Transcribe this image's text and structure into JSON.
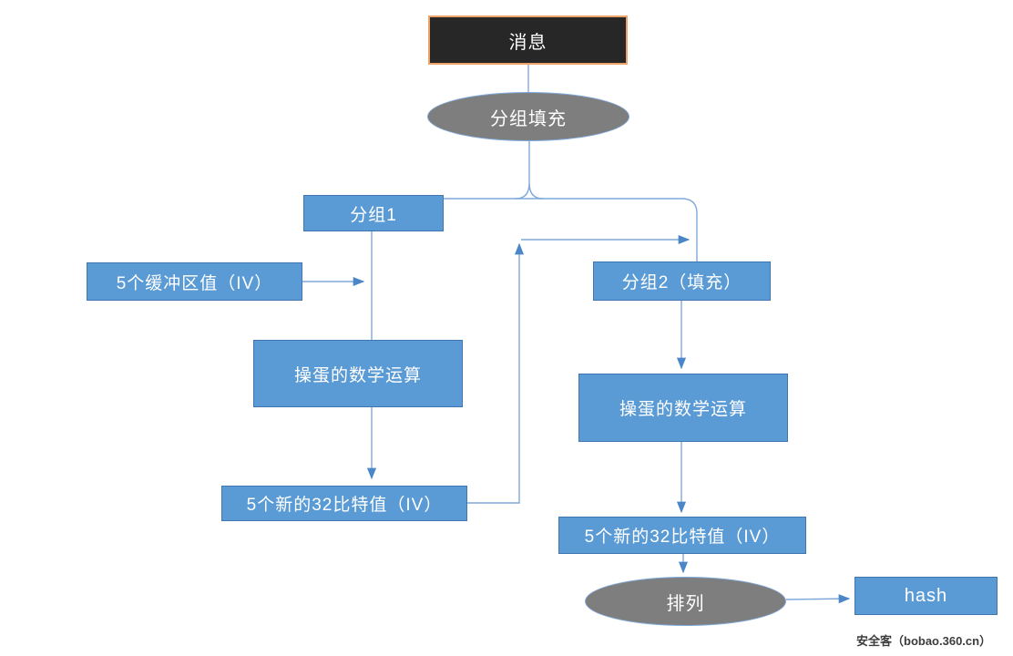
{
  "diagram": {
    "nodes": {
      "message": {
        "label": "消息"
      },
      "padding": {
        "label": "分组填充"
      },
      "group1": {
        "label": "分组1"
      },
      "buffer_iv": {
        "label": "5个缓冲区值（IV）"
      },
      "math1": {
        "label": "操蛋的数学运算"
      },
      "new_iv1": {
        "label": "5个新的32比特值（IV）"
      },
      "group2": {
        "label": "分组2（填充）"
      },
      "math2": {
        "label": "操蛋的数学运算"
      },
      "new_iv2": {
        "label": "5个新的32比特值（IV）"
      },
      "permute": {
        "label": "排列"
      },
      "hash": {
        "label": "hash"
      }
    },
    "watermark": "安全客（bobao.360.cn）",
    "colors": {
      "box_fill": "#5B9BD5",
      "box_border": "#3F76B0",
      "message_fill": "#272727",
      "message_border": "#EDA269",
      "ellipse_fill": "#7E7E7E",
      "connector": "#7FA8D9",
      "arrowhead": "#4A86C8",
      "text": "#FFFFFF",
      "watermark_text": "#3C3C3C"
    }
  }
}
